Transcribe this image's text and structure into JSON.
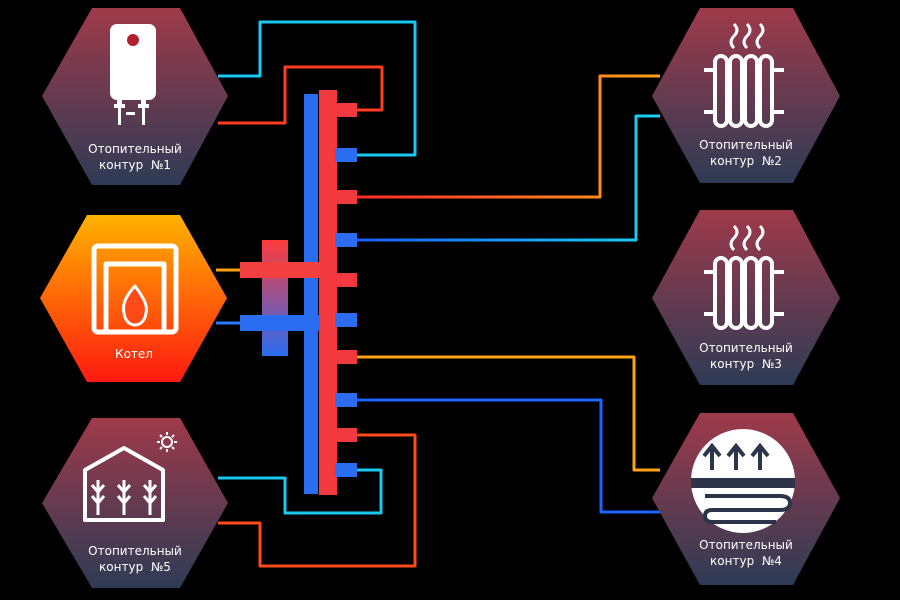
{
  "colors": {
    "background": "#000000",
    "supply_hot": "#ff2a2a",
    "supply_warm": "#ffa31a",
    "return_cold": "#1a5cff",
    "return_cyan": "#19d4f0",
    "manifold_red": "#f2393f",
    "manifold_blue": "#2a6df0",
    "hex_top": "#9e3a4a",
    "hex_bottom": "#2e3b55",
    "boiler_top": "#ffb200",
    "boiler_bottom": "#ff1a10"
  },
  "nodes": {
    "circuit1": {
      "label_line1": "Отопительный",
      "label_line2": "контур  №1",
      "icon": "water-heater-icon"
    },
    "boiler": {
      "label": "Котел",
      "icon": "boiler-flame-icon"
    },
    "circuit5": {
      "label_line1": "Отопительный",
      "label_line2": "контур  №5",
      "icon": "greenhouse-icon"
    },
    "circuit2": {
      "label_line1": "Отопительный",
      "label_line2": "контур  №2",
      "icon": "radiator-icon"
    },
    "circuit3": {
      "label_line1": "Отопительный",
      "label_line2": "контур  №3",
      "icon": "radiator-icon"
    },
    "circuit4": {
      "label_line1": "Отопительный",
      "label_line2": "контур  №4",
      "icon": "underfloor-heating-icon"
    }
  }
}
